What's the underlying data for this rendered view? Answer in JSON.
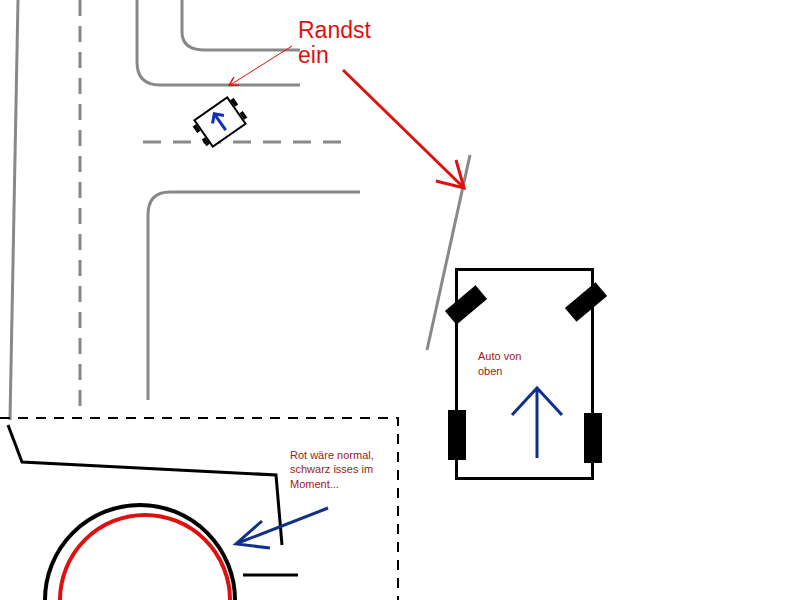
{
  "diagram": {
    "nodes": [
      {
        "text": [
          "Auto von oben"
        ]
      }
    ],
    "labels": [
      "Randst ein",
      "Rot wäre normal, schwarz isses im Moment..."
    ]
  }
}
